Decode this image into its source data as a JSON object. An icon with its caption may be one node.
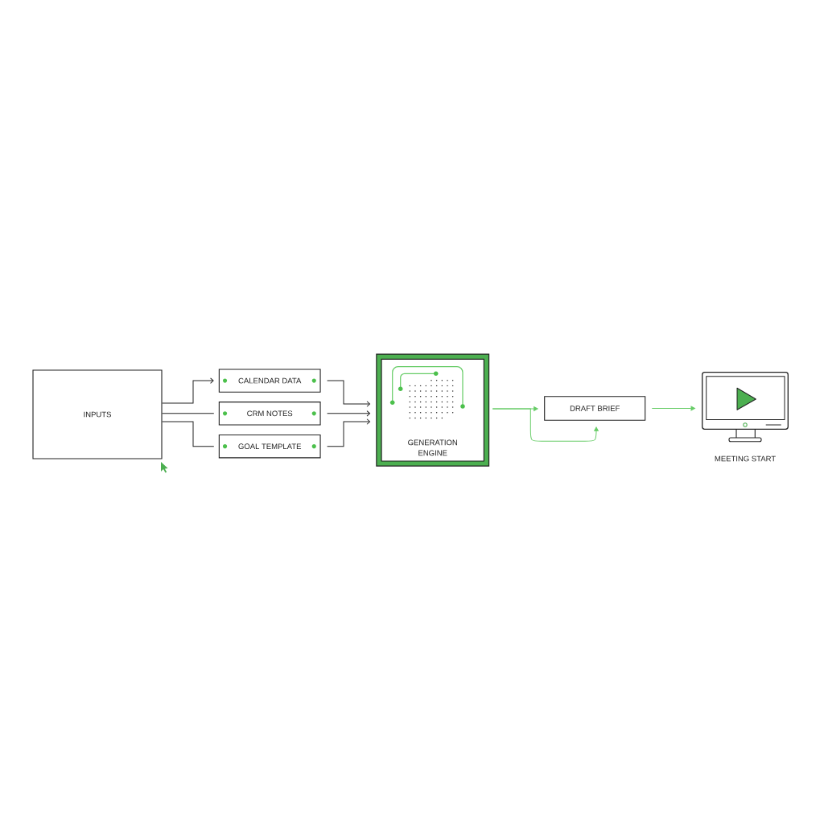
{
  "diagram": {
    "nodes": [
      {
        "text": [
          "INPUTS"
        ]
      },
      {
        "text": [
          "CALENDAR DATA"
        ]
      },
      {
        "text": [
          "CRM NOTES"
        ]
      },
      {
        "text": [
          "GOAL TEMPLATE"
        ]
      },
      {
        "text": [
          "GENERATION ENGINE"
        ]
      },
      {
        "text": [
          "DRAFT BRIEF"
        ]
      },
      {
        "text": [],
        "shape": "picture",
        "beside": [
          "MEETING START"
        ]
      }
    ],
    "edges": [
      {
        "from": 0,
        "to": 1,
        "arrow": "to"
      },
      {
        "from": 0,
        "to": 2,
        "arrow": "none"
      },
      {
        "from": 0,
        "to": 3,
        "arrow": "none"
      },
      {
        "from": 1,
        "to": 4,
        "arrow": "to"
      },
      {
        "from": 2,
        "to": 4,
        "arrow": "to"
      },
      {
        "from": 3,
        "to": 4,
        "arrow": "to"
      },
      {
        "from": 4,
        "to": 5,
        "arrow": "to",
        "color": "#66cc66"
      },
      {
        "from": 4,
        "to": 5,
        "arrow": "to",
        "color": "#66cc66"
      },
      {
        "from": 5,
        "to": 6,
        "arrow": "to",
        "color": "#66cc66"
      }
    ]
  }
}
